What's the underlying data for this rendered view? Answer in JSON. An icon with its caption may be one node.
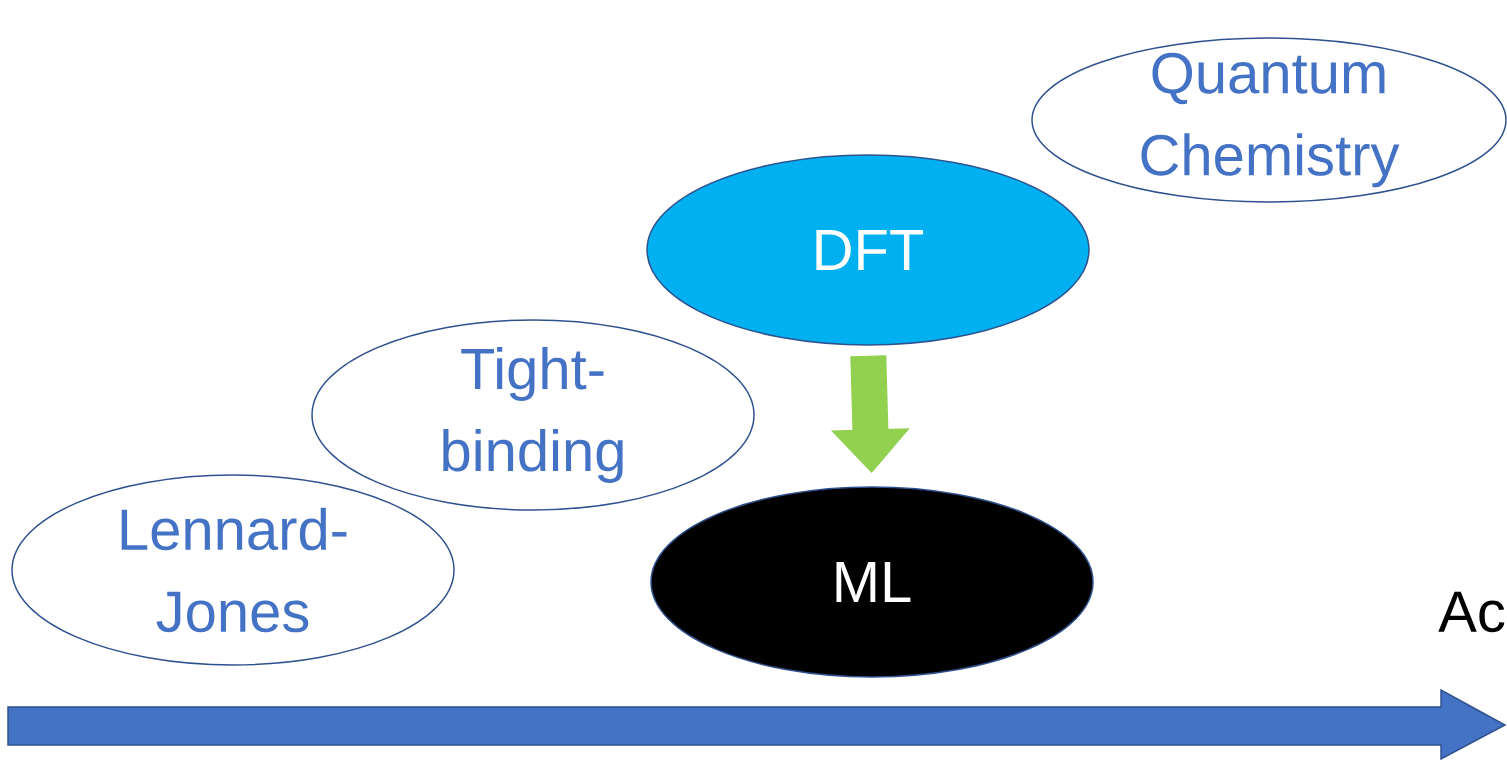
{
  "diagram": {
    "nodes": [
      {
        "text": [
          "Quantum Chemistry"
        ]
      },
      {
        "text": [
          "DFT"
        ]
      },
      {
        "text": [
          "Tight-binding"
        ]
      },
      {
        "text": [
          "Lennard-Jones"
        ]
      },
      {
        "text": [
          "ML"
        ]
      }
    ],
    "edges": [
      {
        "from": 1,
        "to": 4,
        "arrow": "to"
      }
    ],
    "labels": [
      "Ac"
    ]
  }
}
